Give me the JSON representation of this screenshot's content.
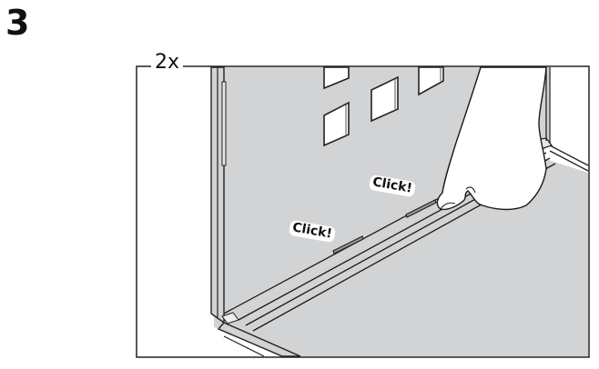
{
  "step": {
    "number": "3"
  },
  "frame": {
    "quantity_label": "2x"
  },
  "callouts": [
    {
      "text": "Click!"
    },
    {
      "text": "Click!"
    }
  ],
  "colors": {
    "panel_gray": "#d2d3d5",
    "line": "#1a1a1a",
    "background": "#ffffff"
  },
  "illustration": {
    "description": "Hand pressing a sliding rail into a bottom groove inside a cabinet; two clip points marked"
  }
}
